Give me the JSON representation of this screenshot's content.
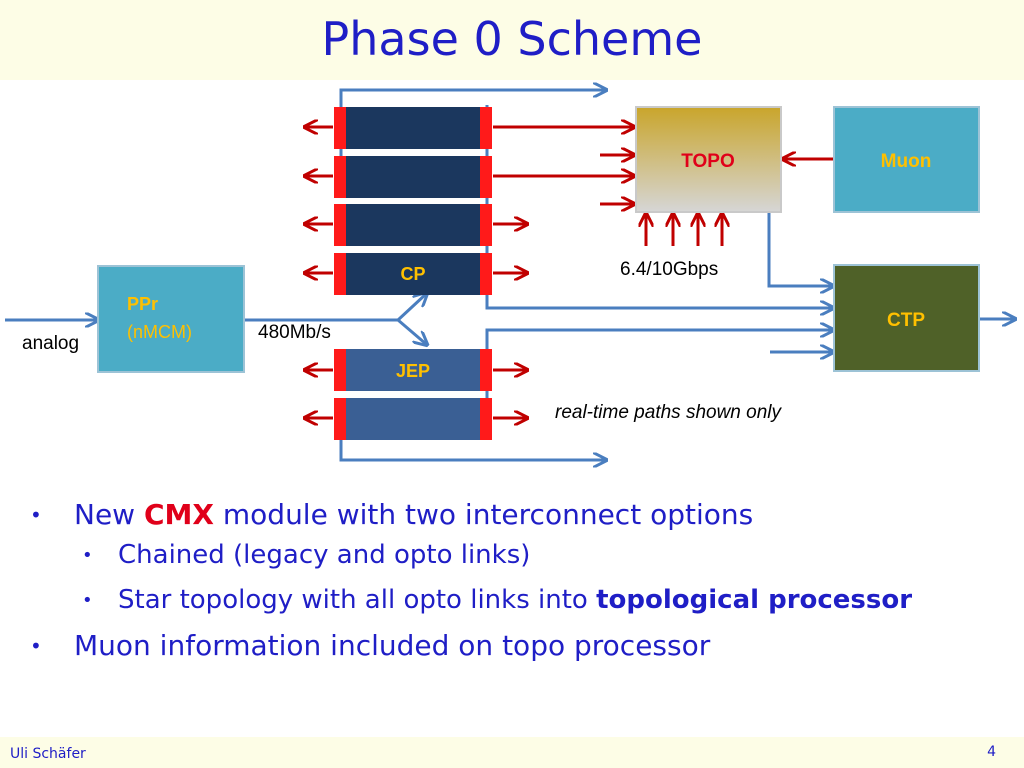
{
  "slide": {
    "title": "Phase 0 Scheme",
    "footer_left": "Uli Schäfer",
    "page_number": "4"
  },
  "diagram": {
    "ppr_line1": "PPr",
    "ppr_line2": "(nMCM)",
    "analog": "analog",
    "rate_480": "480Mb/s",
    "cp": "CP",
    "jep": "JEP",
    "topo": "TOPO",
    "muon": "Muon",
    "ctp": "CTP",
    "rate_topo": "6.4/10Gbps",
    "note": "real-time paths shown only"
  },
  "bullets": {
    "b1_pre": "New ",
    "b1_em": "CMX",
    "b1_post": " module with two interconnect options",
    "b2": "Chained (legacy and opto links)",
    "b3_pre": "Star topology with all opto links into ",
    "b3_em": "topological processor",
    "b4": "Muon information included on topo processor"
  },
  "colors": {
    "title_blue": "#1f1ec6",
    "cp_module": "#1b375e",
    "jep_module": "#3a5f94",
    "cmx_red": "#ff1a1a",
    "arrow_red": "#c00000",
    "arrow_blue": "#4a7ebf",
    "ppr_fill": "#4bacc6",
    "muon_fill": "#4bacc6",
    "ctp_fill": "#4f6128",
    "topo_fill_top": "#c9a52b"
  }
}
